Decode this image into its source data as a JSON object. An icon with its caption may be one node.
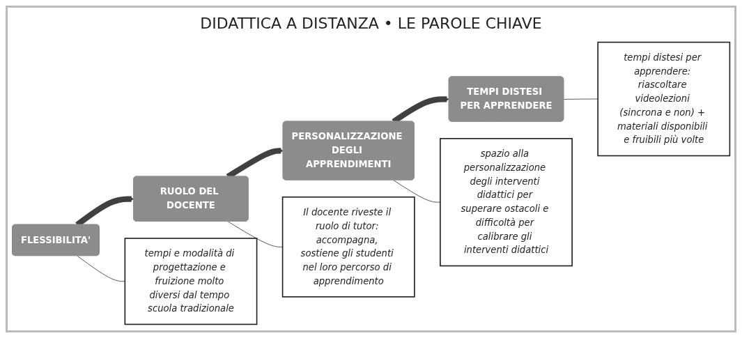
{
  "diagram": {
    "title": "DIDATTICA A DISTANZA • LE PAROLE CHIAVE",
    "nodes": [
      {
        "text": [
          "FLESSIBILITA'"
        ]
      },
      {
        "text": [
          "RUOLO DEL DOCENTE"
        ]
      },
      {
        "text": [
          "PERSONALIZZAZIONE DEGLI APPRENDIMENTI"
        ]
      },
      {
        "text": [
          "TEMPI DISTESI PER APPRENDERE"
        ]
      },
      {
        "text": [
          "tempi e modalità di progettazione e fruizione molto diversi dal tempo scuola tradizionale"
        ]
      },
      {
        "text": [
          "Il docente riveste il ruolo di tutor: accompagna, sostiene gli studenti nel loro percorso di apprendimento"
        ]
      },
      {
        "text": [
          "spazio alla personalizzazione degli interventi didattici per superare ostacoli e difficoltà per calibrare gli interventi didattici"
        ]
      },
      {
        "text": [
          "tempi distesi per apprendere: riascoltare videolezioni (sincrona e non) + materiali disponibili e fruibili più volte"
        ]
      }
    ],
    "edges": [
      {
        "from": 0,
        "to": 1,
        "arrow": "to",
        "style": "thick",
        "color": "#404040"
      },
      {
        "from": 1,
        "to": 2,
        "arrow": "to",
        "style": "thick",
        "color": "#404040"
      },
      {
        "from": 2,
        "to": 3,
        "arrow": "to",
        "style": "thick",
        "color": "#404040"
      },
      {
        "from": 0,
        "to": 4,
        "arrow": "none"
      },
      {
        "from": 1,
        "to": 5,
        "arrow": "none"
      },
      {
        "from": 2,
        "to": 6,
        "arrow": "none"
      },
      {
        "from": 3,
        "to": 7,
        "arrow": "none"
      }
    ]
  }
}
